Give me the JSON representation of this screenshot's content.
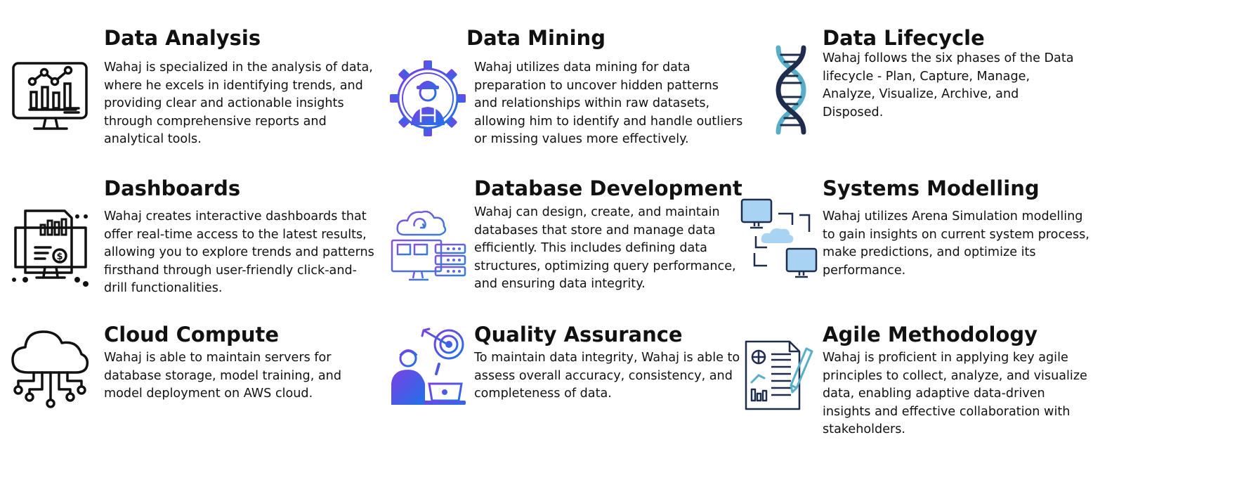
{
  "colors": {
    "text": "#111111",
    "gradient_start": "#7b3fe4",
    "gradient_end": "#1e73e8",
    "dna_dark": "#1f2d4d",
    "dna_light": "#56aec9",
    "screen_blue": "#a9d3f2"
  },
  "cards": [
    {
      "icon": "monitor-chart-icon",
      "title": "Data Analysis",
      "description": "Wahaj is specialized in the analysis of data, where he excels in identifying trends, and providing clear and actionable insights through comprehensive reports and analytical tools."
    },
    {
      "icon": "miner-gear-icon",
      "title": "Data Mining",
      "description": "Wahaj utilizes data mining for data preparation to uncover hidden patterns and relationships within raw datasets, allowing him to identify and handle outliers or missing values more effectively."
    },
    {
      "icon": "dna-icon",
      "title": "Data Lifecycle",
      "description": "Wahaj follows the six phases of the Data lifecycle - Plan, Capture, Manage, Analyze, Visualize, Archive, and Disposed."
    },
    {
      "icon": "dashboard-report-icon",
      "title": "Dashboards",
      "description": "Wahaj creates interactive dashboards that offer real-time access to the latest results, allowing you to explore trends and patterns firsthand through user-friendly click-and-drill functionalities."
    },
    {
      "icon": "cloud-database-icon",
      "title": "Database Development",
      "description": "Wahaj can design, create, and maintain databases that store and manage data efficiently. This includes defining data structures, optimizing query performance, and ensuring data integrity."
    },
    {
      "icon": "network-computers-icon",
      "title": "Systems Modelling",
      "description": "Wahaj utilizes Arena Simulation modelling to gain insights on current system process, make predictions, and optimize its performance."
    },
    {
      "icon": "cloud-circuit-icon",
      "title": "Cloud Compute",
      "description": "Wahaj is able to maintain servers for database storage, model training, and model deployment on AWS cloud."
    },
    {
      "icon": "target-worker-icon",
      "title": "Quality Assurance",
      "description": "To maintain data integrity, Wahaj is able to assess overall accuracy, consistency, and completeness of data."
    },
    {
      "icon": "plan-document-icon",
      "title": "Agile Methodology",
      "description": "Wahaj is proficient in applying key agile principles to collect, analyze, and visualize data, enabling adaptive data-driven insights and effective collaboration with stakeholders."
    }
  ]
}
